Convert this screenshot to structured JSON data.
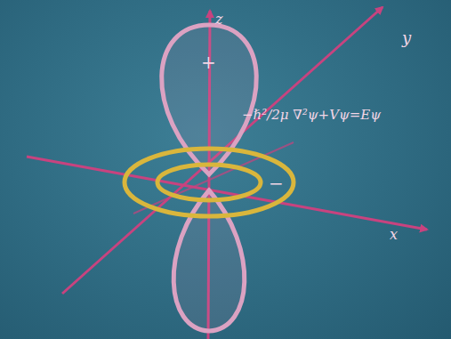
{
  "diagram": {
    "labels": [
      "z",
      "y",
      "x",
      "+",
      "−",
      "−ℏ²/2μ ∇²ψ+Vψ=Eψ"
    ]
  }
}
